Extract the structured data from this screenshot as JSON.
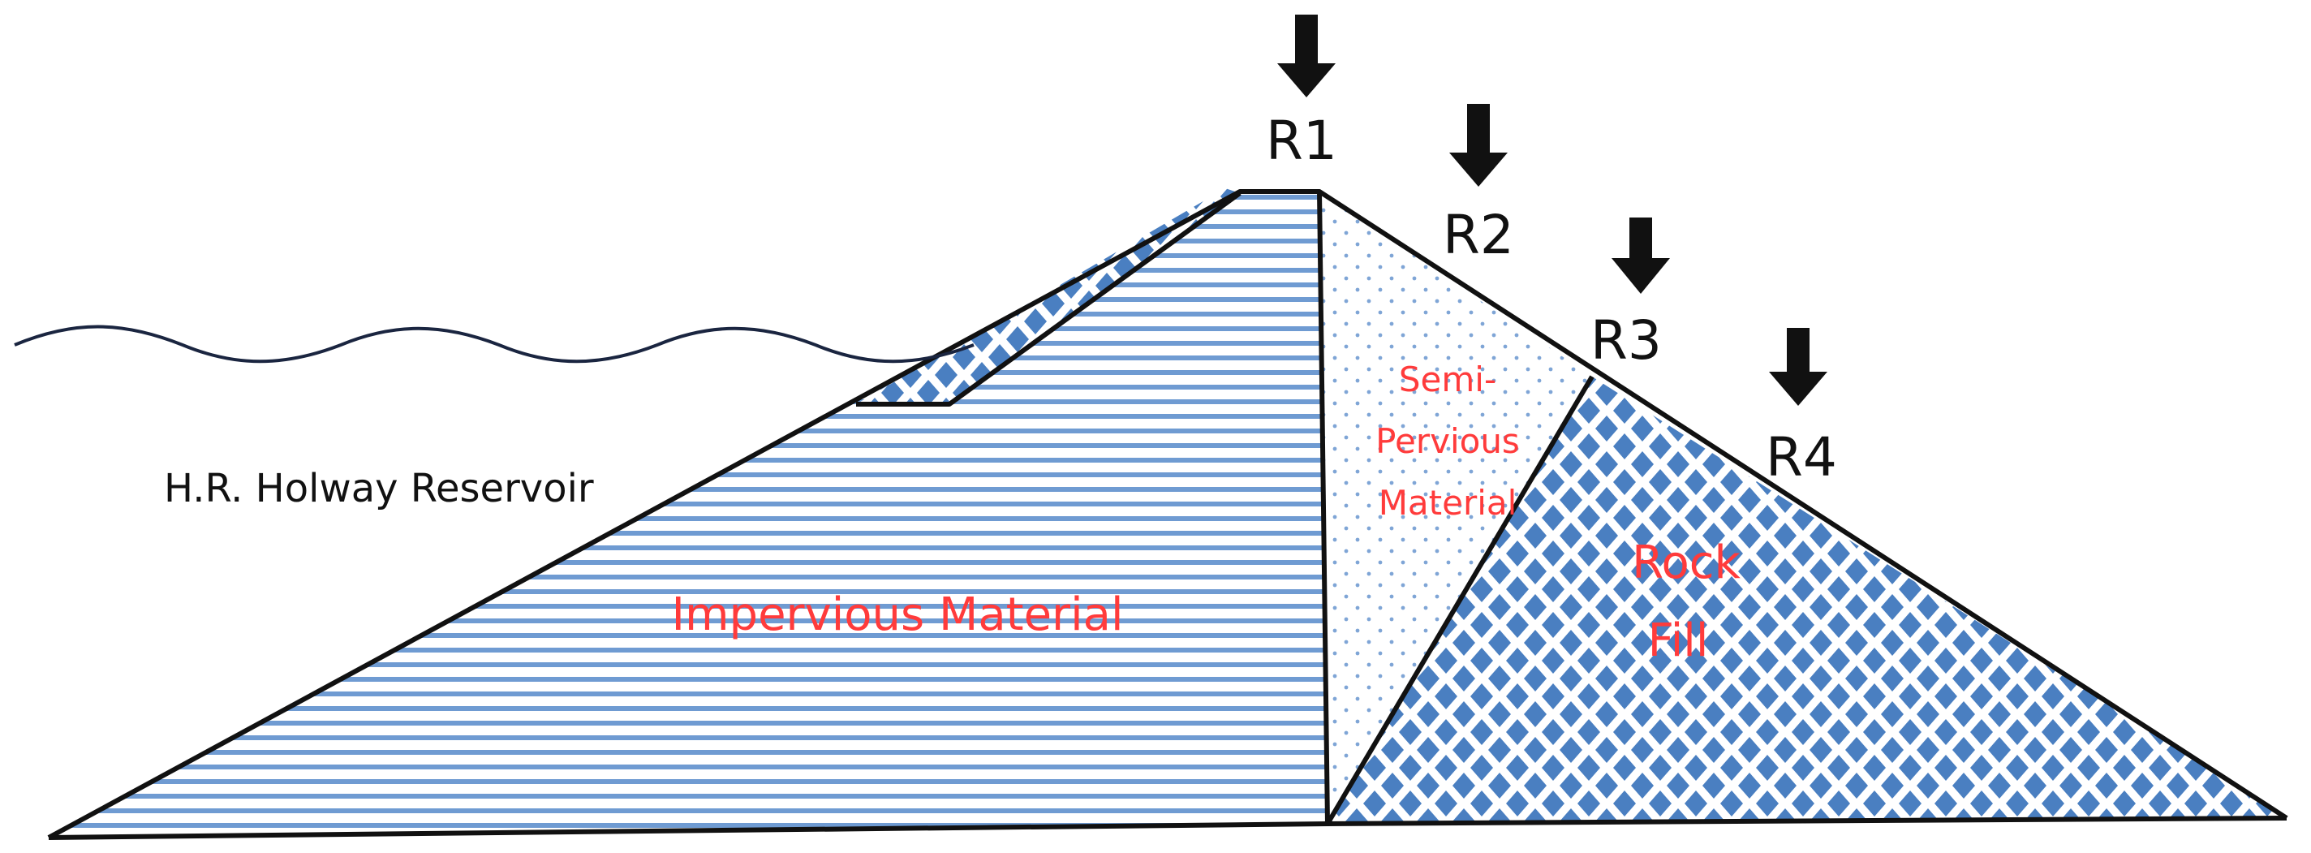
{
  "labels": {
    "reservoir": "H.R. Holway Reservoir",
    "impervious": "Impervious Material",
    "semi_line1": "Semi-",
    "semi_line2": "Pervious",
    "semi_line3": "Material",
    "rock_line1": "Rock",
    "rock_line2": "Fill"
  },
  "stations": [
    {
      "id": "R1",
      "label": "R1"
    },
    {
      "id": "R2",
      "label": "R2"
    },
    {
      "id": "R3",
      "label": "R3"
    },
    {
      "id": "R4",
      "label": "R4"
    }
  ],
  "colors": {
    "outline": "#111111",
    "fill_pattern": "#4a7fc1",
    "label_red": "#ff3b3b",
    "water_line": "#1a2540"
  }
}
